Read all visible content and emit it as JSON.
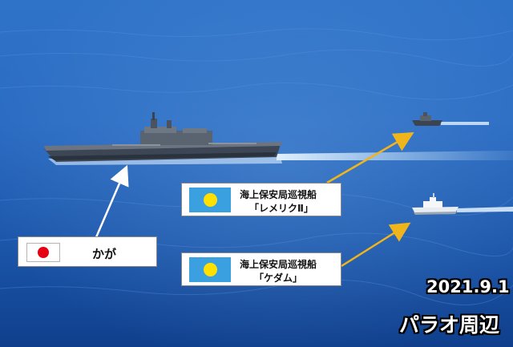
{
  "labels": {
    "kaga": {
      "text": "かが",
      "flag": "japan-flag"
    },
    "remeliik": {
      "line1": "海上保安局巡視船",
      "line2": "「レメリクⅡ」",
      "flag": "palau-flag"
    },
    "kedam": {
      "line1": "海上保安局巡視船",
      "line2": "「ケダム」",
      "flag": "palau-flag"
    }
  },
  "overlay": {
    "date": "2021.9.1",
    "location": "パラオ周辺"
  },
  "colors": {
    "sea_light": "#3b82d6",
    "sea_dark": "#0f3f8c",
    "arrow_white": "#ffffff",
    "arrow_yellow": "#f0b51c",
    "palau_blue": "#3aa0e0",
    "palau_yellow": "#ffe000",
    "japan_red": "#e60012"
  }
}
